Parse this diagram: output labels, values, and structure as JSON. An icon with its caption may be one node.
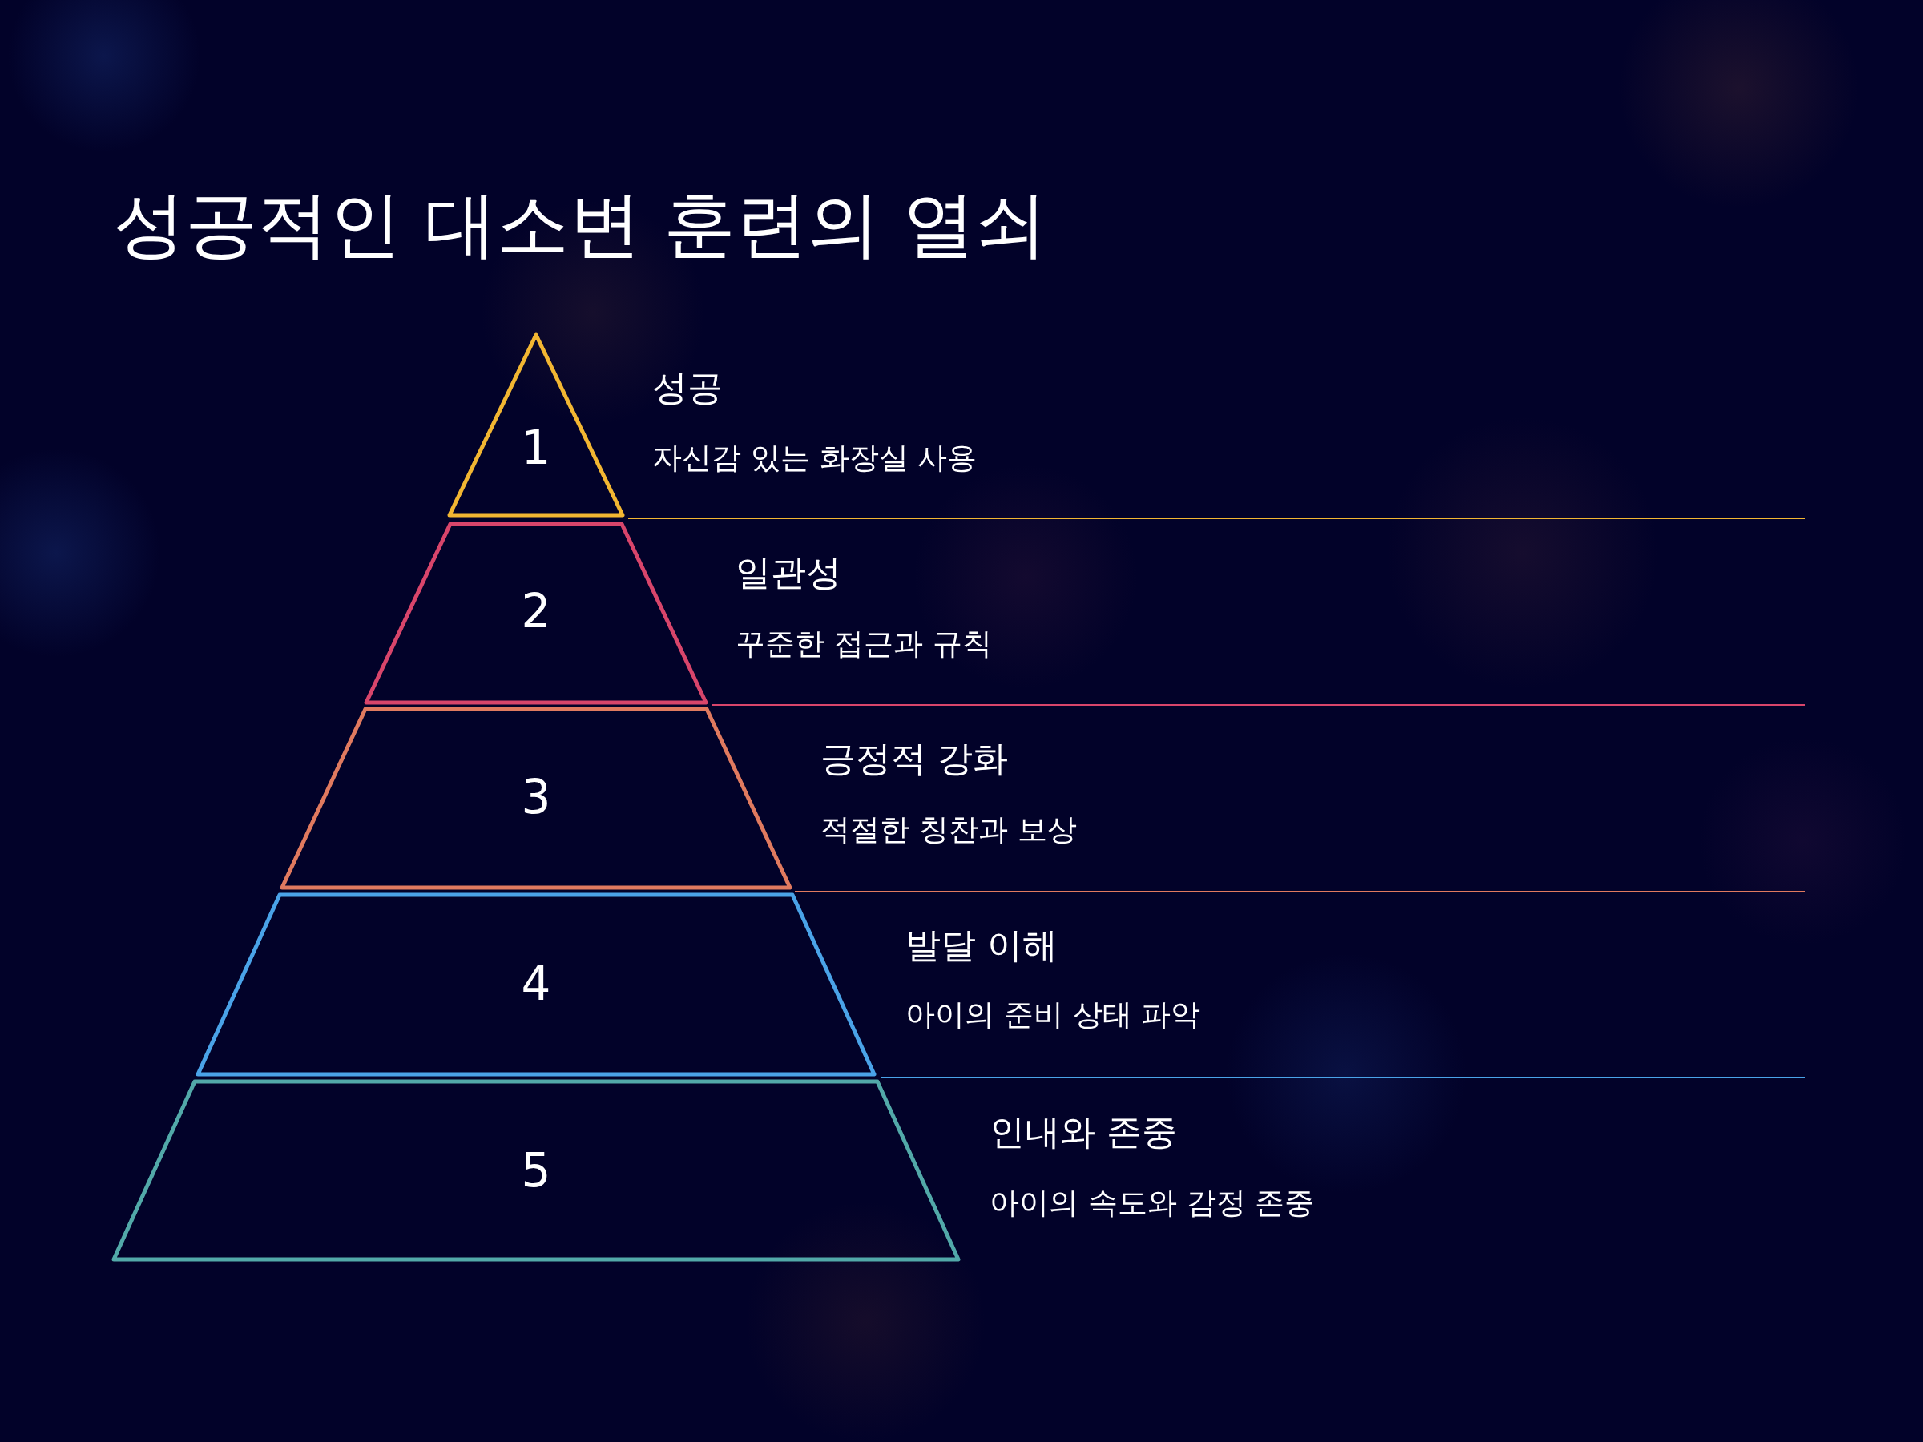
{
  "diagram": {
    "title": "성공적인 대소변 훈련의 열쇠",
    "nodes": [
      {
        "text": [
          "1"
        ],
        "beside": [
          "성공",
          "자신감 있는 화장실 사용"
        ]
      },
      {
        "text": [
          "2"
        ],
        "beside": [
          "일관성",
          "꾸준한 접근과 규칙"
        ]
      },
      {
        "text": [
          "3"
        ],
        "beside": [
          "긍정적 강화",
          "적절한 칭찬과 보상"
        ]
      },
      {
        "text": [
          "4"
        ],
        "beside": [
          "발달 이해",
          "아이의 준비 상태 파악"
        ]
      },
      {
        "text": [
          "5"
        ],
        "beside": [
          "인내와 존중",
          "아이의 속도와 감정 존중"
        ]
      }
    ]
  }
}
